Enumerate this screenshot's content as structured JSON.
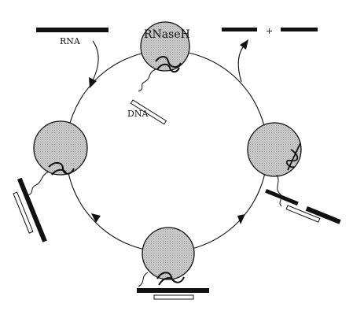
{
  "labels": {
    "rna": "RNA",
    "rnaseh": "RNaseH",
    "dna": "DNA",
    "plus": "+"
  },
  "colors": {
    "ink": "#111111",
    "enzyme_fill": "#c4c4c4",
    "background": "#ffffff"
  },
  "icons": {
    "enzyme": "enzyme-sphere-icon",
    "cleavage_site": "cleavage-loop-icon"
  }
}
